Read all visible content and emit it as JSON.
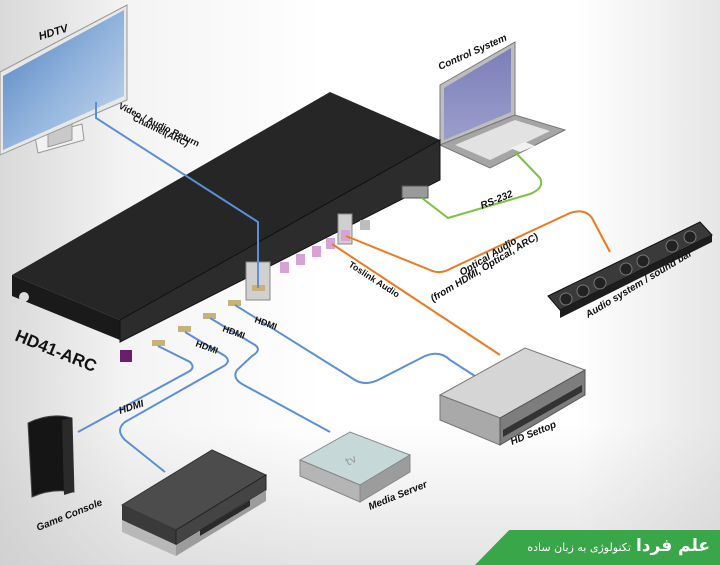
{
  "diagram": {
    "device_model": "HD41-ARC",
    "devices": {
      "hdtv": "HDTV",
      "control_system": "Control System",
      "sound_bar": "Audio system / sound bar",
      "hd_settop": "HD Settop",
      "media_server": "Media Server",
      "game_console": "Game Console"
    },
    "connections": {
      "arc": [
        "Video / Audio Return",
        "Channel(ARC)"
      ],
      "rs232": "RS-232",
      "optical": [
        "Optical Audio",
        "(from HDMI, Optical, ARC)"
      ],
      "toslink": "Toslink Audio",
      "hdmi_1": "HDMI",
      "hdmi_2": "HDMI",
      "hdmi_3": "HDMI",
      "hdmi_4": "HDMI"
    },
    "cable_colors": {
      "hdmi": "#5b8fd9",
      "rs232": "#7dc142",
      "audio": "#f07820"
    }
  },
  "banner": {
    "brand": "علم فردا",
    "tagline": "تکنولوژی به زبان ساده",
    "color": "#3aa64a"
  }
}
